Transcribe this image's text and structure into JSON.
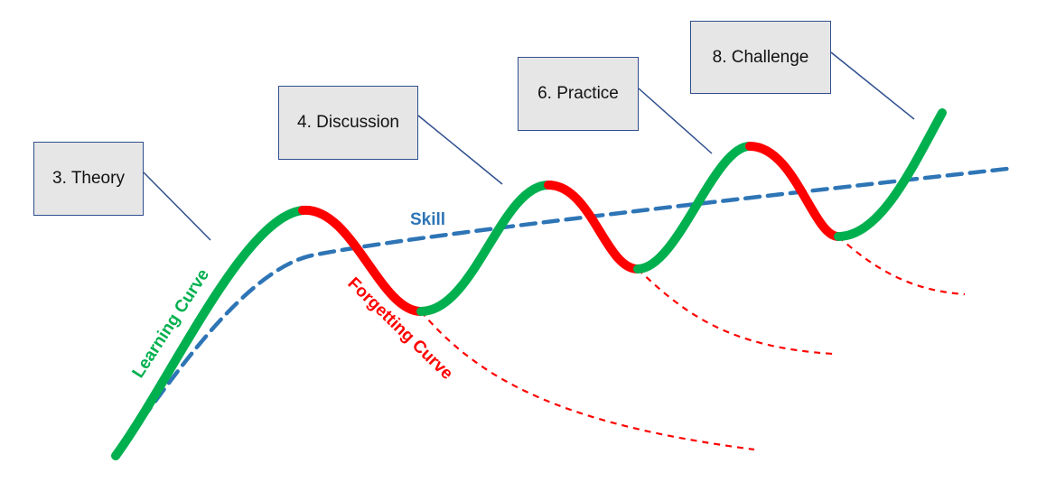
{
  "callouts": [
    {
      "id": "theory",
      "label": "3. Theory"
    },
    {
      "id": "discussion",
      "label": "4. Discussion"
    },
    {
      "id": "practice",
      "label": "6. Practice"
    },
    {
      "id": "challenge",
      "label": "8. Challenge"
    }
  ],
  "curve_labels": {
    "learning": "Learning Curve",
    "forgetting": "Forgetting Curve",
    "skill": "Skill"
  },
  "colors": {
    "learning": "#00b04f",
    "forgetting": "#ff0000",
    "skill": "#2e75b6",
    "callout_fill": "#e7e6e6",
    "callout_border": "#2f4f8f",
    "connector": "#2f4f8f"
  }
}
